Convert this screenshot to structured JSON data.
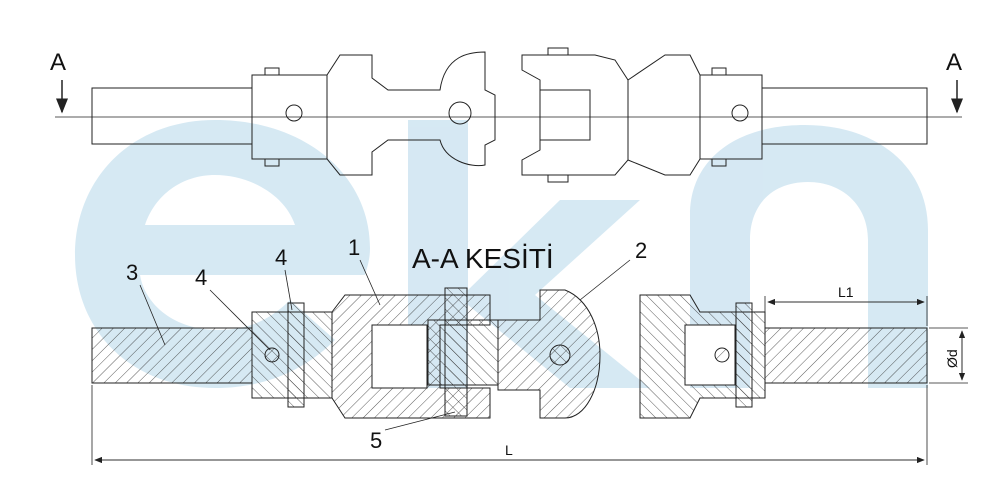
{
  "watermark": {
    "text": "ekn",
    "color": "#cfe5f1"
  },
  "section_markers": {
    "left": "A",
    "right": "A"
  },
  "section_title": "A-A KESİTİ",
  "part_numbers": {
    "p1": "1",
    "p2": "2",
    "p3": "3",
    "p4a": "4",
    "p4b": "4",
    "p5": "5"
  },
  "dimensions": {
    "overall_length": "L",
    "end_length": "L1",
    "diameter": "Ød"
  },
  "colors": {
    "line": "#222222",
    "hatch": "#333333"
  }
}
